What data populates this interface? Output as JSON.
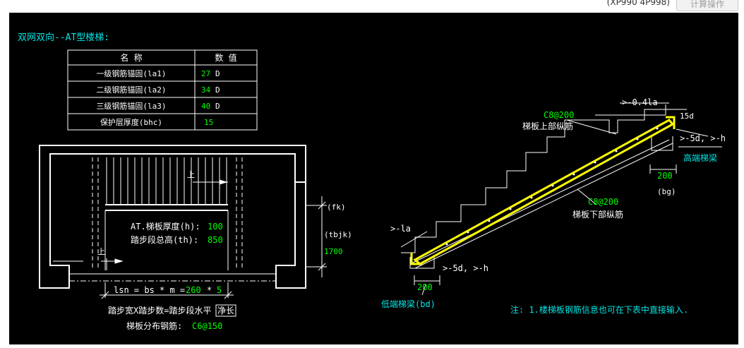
{
  "toolbar": {
    "coords": "(XP990 4P998)",
    "calc_button": "计算操作"
  },
  "drawing": {
    "title": "双网双向--AT型楼梯:",
    "table": {
      "headers": [
        "名  称",
        "数  值"
      ],
      "rows": [
        {
          "name": "一级钢筋锚固(la1)",
          "value": "27",
          "unit": "D"
        },
        {
          "name": "二级钢筋锚固(la2)",
          "value": "34",
          "unit": "D"
        },
        {
          "name": "三级钢筋锚固(la3)",
          "value": "40",
          "unit": "D"
        },
        {
          "name": "保护层厚度(bhc)",
          "value": "15",
          "unit": ""
        }
      ]
    },
    "plan": {
      "up1": "上",
      "up2": "上",
      "slab_thickness_label": "AT.梯板厚度(h):",
      "slab_thickness_value": "100",
      "step_height_label": "踏步段总高(th):",
      "step_height_value": "850",
      "fk": "(fk)",
      "tbjk": "(tbjk)",
      "tbjk_value": "1700",
      "lsn_formula_a": "lsn = bs * m =",
      "lsn_value_bs": "260",
      "lsn_formula_b": "*",
      "lsn_value_m": "5",
      "caption": "踏步宽X踏步数=踏步段水平",
      "caption_box": "净长",
      "distribution_label": "梯板分布钢筋:",
      "distribution_value": "C6@150"
    },
    "section": {
      "top_bar_value": "C8@200",
      "top_bar_label": "梯板上部纵筋",
      "bottom_bar_value": "C8@200",
      "bottom_bar_label": "梯板下部纵筋",
      "top_anchor": ">-0.4la",
      "anchor_15d": "15d",
      "anchor_5d_top": ">-5d, >-h",
      "high_beam_label": "高端梯梁",
      "bg_value": "200",
      "bg_label": "(bg)",
      "la_label": ">-la",
      "anchor_5d_bottom": ">-5d, >-h",
      "bd_value": "200",
      "low_beam_label": "低端梯梁(bd)",
      "note": "注: 1.楼梯板钢筋信息也可在下表中直接输入."
    },
    "colors": {
      "background": "#000000",
      "line": "#ffffff",
      "cyan": "#00e5e5",
      "green": "#00ff00",
      "yellow": "#ffff00"
    }
  }
}
